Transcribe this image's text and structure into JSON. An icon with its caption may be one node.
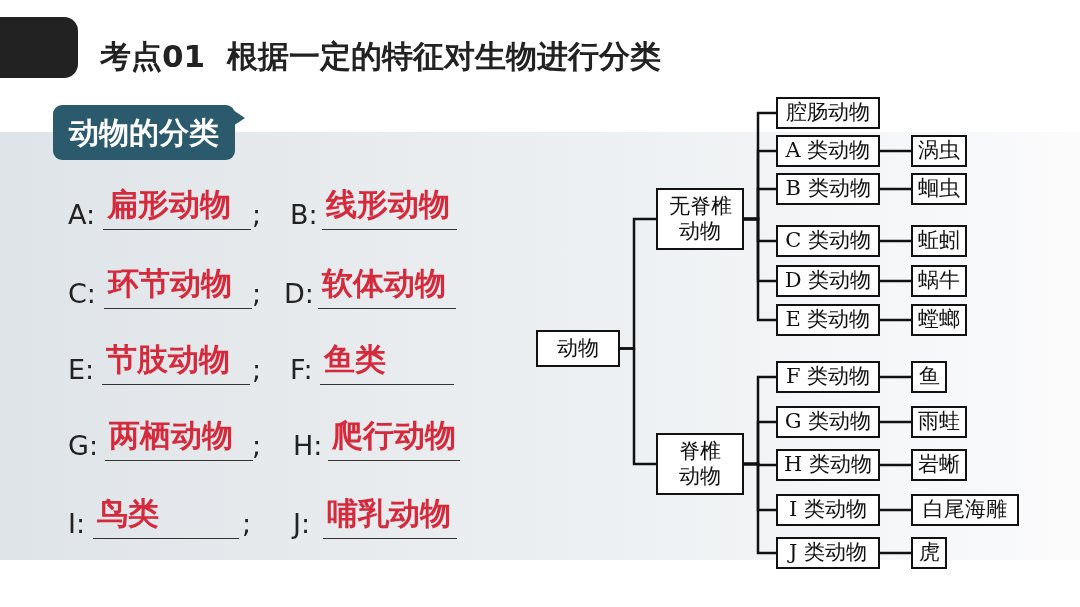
{
  "diagram": {
    "title": "考点01  根据一定的特征对生物进行分类",
    "nodes": [
      {
        "text": [
          "动物的分类"
        ]
      },
      {
        "text": [
          "动物"
        ]
      },
      {
        "text": [
          "无脊椎动物"
        ]
      },
      {
        "text": [
          "脊椎动物"
        ]
      },
      {
        "text": [
          "腔肠动物"
        ]
      },
      {
        "text": [
          "A 类动物"
        ]
      },
      {
        "text": [
          "涡虫"
        ]
      },
      {
        "text": [
          "B 类动物"
        ]
      },
      {
        "text": [
          "蛔虫"
        ]
      },
      {
        "text": [
          "C 类动物"
        ]
      },
      {
        "text": [
          "蚯蚓"
        ]
      },
      {
        "text": [
          "D 类动物"
        ]
      },
      {
        "text": [
          "蜗牛"
        ]
      },
      {
        "text": [
          "E 类动物"
        ]
      },
      {
        "text": [
          "螳螂"
        ]
      },
      {
        "text": [
          "F 类动物"
        ]
      },
      {
        "text": [
          "鱼"
        ]
      },
      {
        "text": [
          "G 类动物"
        ]
      },
      {
        "text": [
          "雨蛙"
        ]
      },
      {
        "text": [
          "H 类动物"
        ]
      },
      {
        "text": [
          "岩蜥"
        ]
      },
      {
        "text": [
          "I 类动物"
        ]
      },
      {
        "text": [
          "白尾海雕"
        ]
      },
      {
        "text": [
          "J 类动物"
        ]
      },
      {
        "text": [
          "虎"
        ]
      }
    ],
    "edges": [
      {
        "from": 1,
        "to": 2,
        "arrow": "none"
      },
      {
        "from": 1,
        "to": 3,
        "arrow": "none"
      },
      {
        "from": 2,
        "to": 4,
        "arrow": "none"
      },
      {
        "from": 2,
        "to": 5,
        "arrow": "none"
      },
      {
        "from": 2,
        "to": 7,
        "arrow": "none"
      },
      {
        "from": 2,
        "to": 9,
        "arrow": "none"
      },
      {
        "from": 2,
        "to": 11,
        "arrow": "none"
      },
      {
        "from": 2,
        "to": 13,
        "arrow": "none"
      },
      {
        "from": 3,
        "to": 15,
        "arrow": "none"
      },
      {
        "from": 3,
        "to": 17,
        "arrow": "none"
      },
      {
        "from": 3,
        "to": 19,
        "arrow": "none"
      },
      {
        "from": 3,
        "to": 21,
        "arrow": "none"
      },
      {
        "from": 3,
        "to": 23,
        "arrow": "none"
      },
      {
        "from": 5,
        "to": 6,
        "arrow": "none"
      },
      {
        "from": 7,
        "to": 8,
        "arrow": "none"
      },
      {
        "from": 9,
        "to": 10,
        "arrow": "none"
      },
      {
        "from": 11,
        "to": 12,
        "arrow": "none"
      },
      {
        "from": 13,
        "to": 14,
        "arrow": "none"
      },
      {
        "from": 15,
        "to": 16,
        "arrow": "none"
      },
      {
        "from": 17,
        "to": 18,
        "arrow": "none"
      },
      {
        "from": 19,
        "to": 20,
        "arrow": "none"
      },
      {
        "from": 21,
        "to": 22,
        "arrow": "none"
      },
      {
        "from": 23,
        "to": 24,
        "arrow": "none"
      }
    ],
    "labels": [
      "A:",
      "扁形动物",
      ";",
      "B:",
      "线形动物",
      "C:",
      "环节动物",
      ";",
      "D:",
      "软体动物",
      "E:",
      "节肢动物",
      ";",
      "F:",
      "鱼类",
      "G:",
      "两栖动物",
      ";",
      "H:",
      "爬行动物",
      "I:",
      "鸟类",
      ";",
      "J:",
      "哺乳动物"
    ]
  }
}
